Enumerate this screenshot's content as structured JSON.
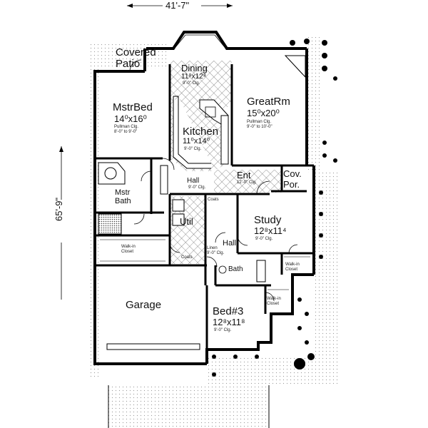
{
  "dimensions": {
    "width_label": "41'-7\"",
    "depth_label": "65'-9\""
  },
  "rooms": {
    "covered_patio": {
      "line1": "Covered",
      "line2": "Patio"
    },
    "dining": {
      "name": "Dining",
      "size": "11⁸x12⁸",
      "ceiling": "9'-0\" Clg."
    },
    "mstr_bed": {
      "name": "MstrBed",
      "size": "14⁰x16⁰",
      "ceiling1": "Pullman Clg.",
      "ceiling2": "8'-0\" to 9'-0\""
    },
    "great_rm": {
      "name": "GreatRm",
      "size": "15⁰x20⁰",
      "ceiling1": "Pullman Clg.",
      "ceiling2": "9'-0\" to 10'-0\""
    },
    "kitchen": {
      "name": "Kitchen",
      "size": "11⁰x14⁰",
      "ceiling": "9'-0\" Clg."
    },
    "hall_upper": {
      "name": "Hall",
      "ceiling": "9'-0\" Clg."
    },
    "entry": {
      "name": "Ent",
      "ceiling": "12'-0\" Clg."
    },
    "cov_por": {
      "line1": "Cov.",
      "line2": "Por."
    },
    "mstr_bath": {
      "line1": "Mstr",
      "line2": "Bath"
    },
    "coats_upper": {
      "name": "Coats"
    },
    "study": {
      "name": "Study",
      "size": "12⁸x11⁴",
      "ceiling": "9'-0\" Clg."
    },
    "util": {
      "name": "Util"
    },
    "walkin_master": {
      "line1": "Walk-in",
      "line2": "Closet"
    },
    "hall_lower": {
      "name": "Hall",
      "ceiling": "9'-0\" Clg."
    },
    "linen": {
      "name": "Linen"
    },
    "coats_lower": {
      "name": "Coats"
    },
    "bath": {
      "name": "Bath"
    },
    "walkin_study": {
      "line1": "Walk-in",
      "line2": "Closet"
    },
    "walkin_bed3": {
      "line1": "Walk-in",
      "line2": "Closet"
    },
    "garage": {
      "name": "Garage"
    },
    "bed3": {
      "name": "Bed#3",
      "size": "12⁸x11⁸",
      "ceiling": "9'-0\" Clg."
    }
  }
}
